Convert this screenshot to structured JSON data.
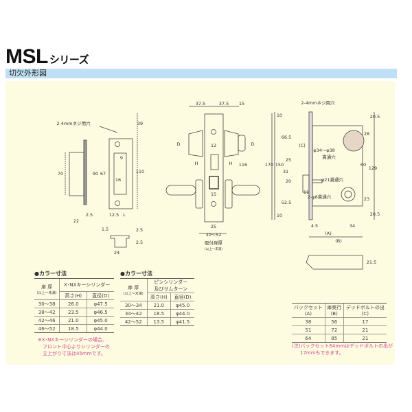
{
  "header": {
    "title": "MSL",
    "title_suffix": "シリーズ",
    "section": "切欠外形図"
  },
  "strike": {
    "screw_label": "2-4mmネジ用穴",
    "dims": [
      "39",
      "110",
      "70",
      "90",
      "67",
      "9",
      "16",
      "22",
      "2.5",
      "12.5",
      "L",
      "1.5",
      "2.5",
      "2.5",
      "24"
    ]
  },
  "front": {
    "dims": [
      "37.5",
      "37.5",
      "15",
      "D",
      "D",
      "12",
      "H",
      "H",
      "116",
      "15",
      "25",
      "30～52"
    ],
    "door_thickness": "取付扉厚",
    "door_range": "(以上～未満)",
    "height": "170"
  },
  "case": {
    "screw_label": "2-4mmネジ用穴",
    "dims": [
      "10",
      "66.5",
      "150",
      "25",
      "31",
      "20",
      "52.5",
      "10",
      "(C)",
      "11",
      "20.5",
      "28",
      "60",
      "129",
      "23",
      "20.5",
      "4.5",
      "34",
      "(A)",
      "(B)",
      "21.5"
    ],
    "hole1a": "φ34～φ38",
    "hole1b": "貫通穴",
    "hole2": "φ21貫通穴",
    "hole3": "2-φ8貫通穴"
  },
  "table1": {
    "caption": "●カラー寸法",
    "col_door": "扉 厚",
    "col_door_sub": "(以上～未満)",
    "col_group": "X･NXキーシリンダー",
    "col_h": "高さ(H)",
    "col_d": "直径(D)",
    "rows": [
      [
        "30～38",
        "26.0",
        "φ47.5"
      ],
      [
        "38～42",
        "23.5",
        "φ46.5"
      ],
      [
        "42～46",
        "21.0",
        "φ45.0"
      ],
      [
        "46～52",
        "18.5",
        "φ44.0"
      ]
    ],
    "note": [
      "※X･NXキーシリンダーの場合、",
      "フロント中心よりシリンダーの",
      "立上がり寸法は45mmです。"
    ]
  },
  "table2": {
    "caption": "●カラー寸法",
    "col_door": "扉 厚",
    "col_door_sub": "(以上～未満)",
    "col_group1": "ピンシリンダー",
    "col_group2": "及びサムターン",
    "col_h": "高さ(H)",
    "col_d": "直径(D)",
    "rows": [
      [
        "30～34",
        "21.0",
        "φ45.0"
      ],
      [
        "34～42",
        "18.5",
        "φ44.0"
      ],
      [
        "42～52",
        "13.5",
        "φ41.5"
      ]
    ]
  },
  "table3": {
    "headers": [
      [
        "バックセット",
        "(A)"
      ],
      [
        "扉奥行",
        "(B)"
      ],
      [
        "デッドボルトの出",
        "(C)"
      ]
    ],
    "rows": [
      [
        "38",
        "56",
        "17"
      ],
      [
        "51",
        "72",
        "21"
      ],
      [
        "64",
        "85",
        "21"
      ]
    ],
    "note": [
      "(注)バックセット64mmはデッドボルトの出が",
      "17mmもできます。"
    ]
  }
}
